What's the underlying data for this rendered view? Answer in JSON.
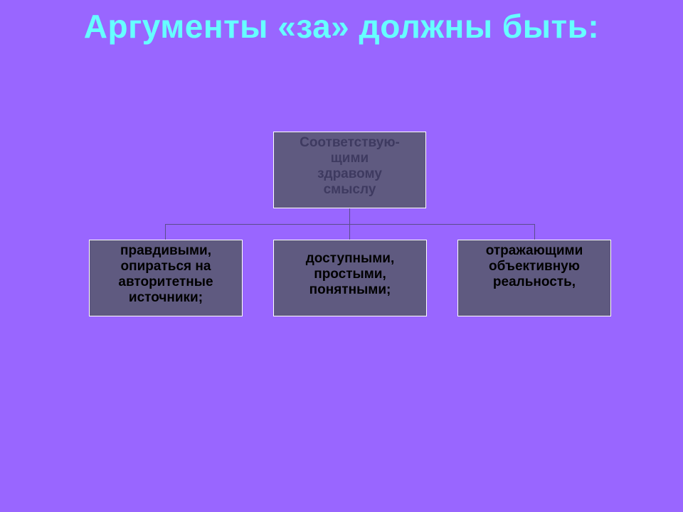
{
  "slide": {
    "title": "Аргументы «за» должны быть:",
    "background_color": "#9966ff",
    "title_color": "#66ffff"
  },
  "diagram": {
    "root": {
      "label": "Соответствую-\nщими\nздравому\nсмыслу",
      "lines": [
        "Соответствую-",
        "щими",
        "здравому",
        "смыслу"
      ]
    },
    "children": [
      {
        "label": "правдивыми, опираться на авторитетные источники;",
        "lines": [
          "правдивыми,",
          "опираться на",
          "авторитетные",
          "источники;"
        ]
      },
      {
        "label": "доступными, простыми, понятными;",
        "lines": [
          "доступными,",
          "простыми,",
          "понятными;"
        ]
      },
      {
        "label": "отражающими объективную реальность,",
        "lines": [
          "отражающими",
          "объективную",
          "реальность,"
        ]
      }
    ],
    "box_fill": "#5f5a80",
    "box_border": "#ffffff",
    "connector_color": "#5a4d8c"
  }
}
